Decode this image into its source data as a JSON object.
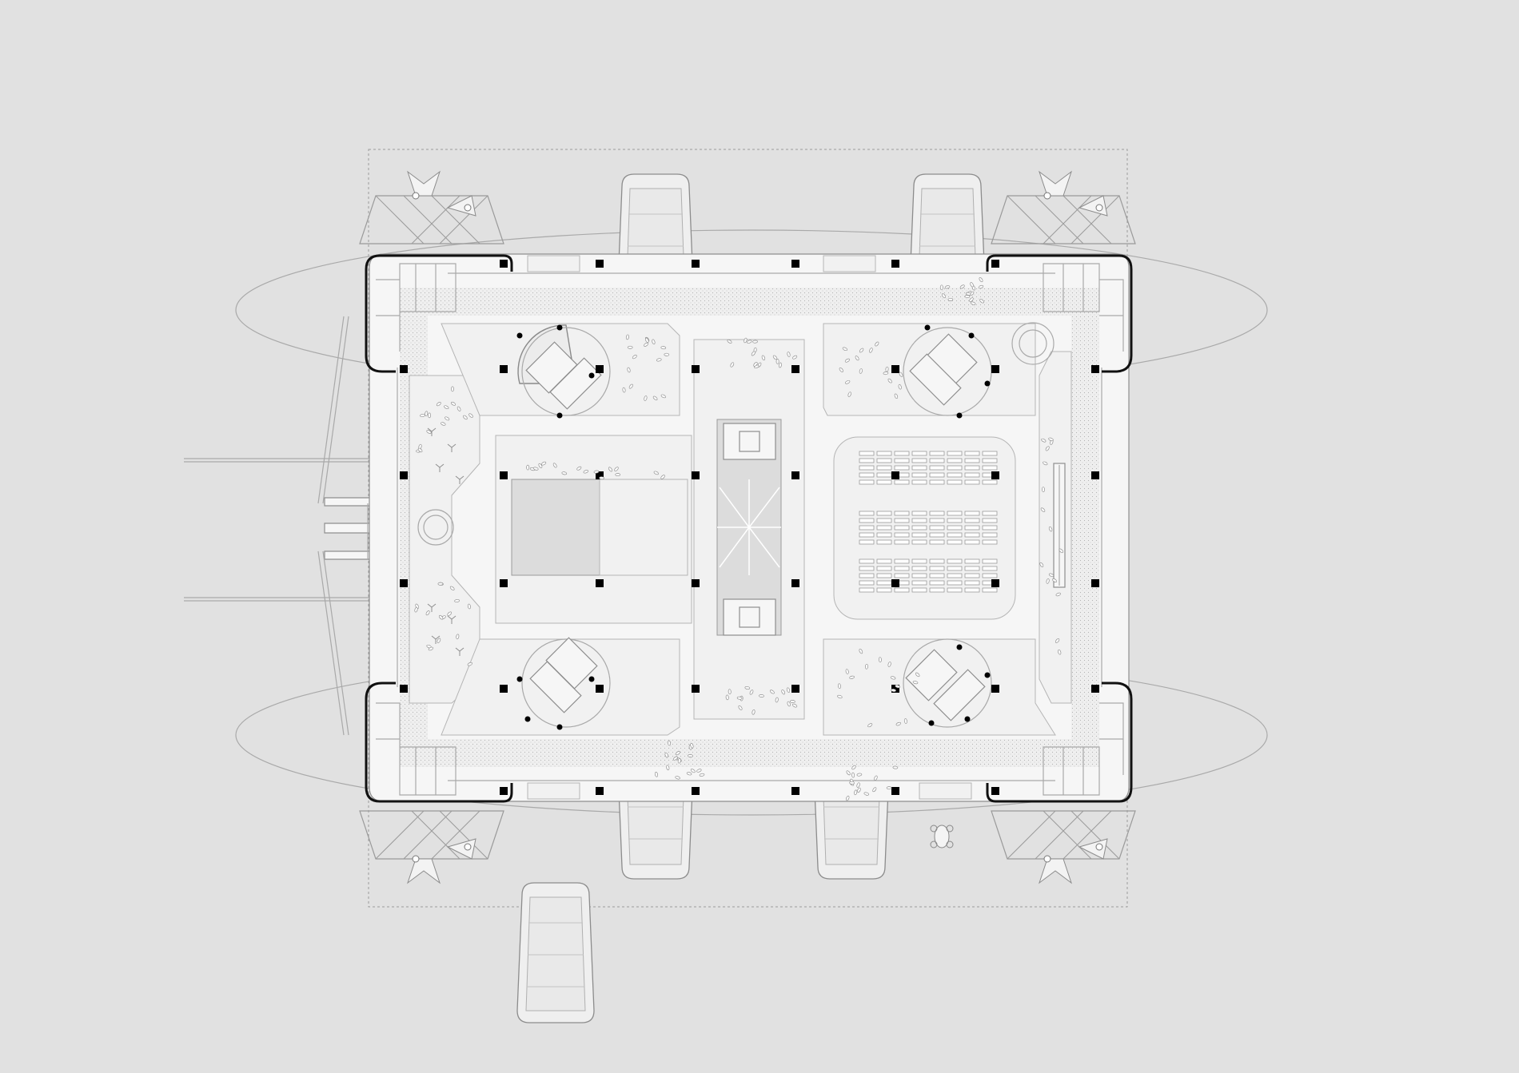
{
  "drawing": {
    "kind": "architectural-floor-plan",
    "labels": [],
    "colors": {
      "background": "#e1e1e1",
      "slab": "#f6f6f6",
      "walls": "#111111",
      "columns": "#000000",
      "linework": "#a9a9a9",
      "shaded_zone": "#dcdcdc"
    },
    "elements": {
      "corner_cores": 4,
      "stair_pods": 4,
      "docked_modules": 7,
      "pontoons": 2,
      "auditorium_seat_rows": 3,
      "central_atrium": 1,
      "gangway_piers": 2
    }
  }
}
